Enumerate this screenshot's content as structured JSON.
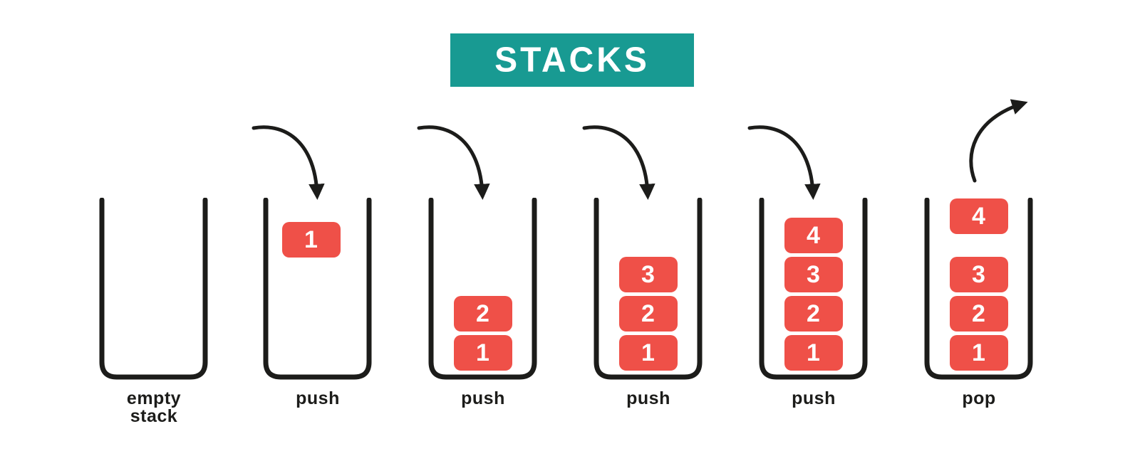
{
  "title": "STACKS",
  "colors": {
    "banner_teal": "#189A92",
    "block_coral": "#EF5048",
    "ink": "#1C1C1A",
    "background": "#FFFFFF",
    "block_text": "#FFFFFF"
  },
  "stages": [
    {
      "name": "empty-stack",
      "label": "empty\nstack",
      "arrow": "none",
      "blocks": []
    },
    {
      "name": "push-1",
      "label": "push",
      "arrow": "push-arrow",
      "floating_block": "1",
      "blocks": []
    },
    {
      "name": "push-2",
      "label": "push",
      "arrow": "push-arrow",
      "blocks": [
        "2",
        "1"
      ]
    },
    {
      "name": "push-3",
      "label": "push",
      "arrow": "push-arrow",
      "blocks": [
        "3",
        "2",
        "1"
      ]
    },
    {
      "name": "push-4",
      "label": "push",
      "arrow": "push-arrow",
      "blocks": [
        "4",
        "3",
        "2",
        "1"
      ]
    },
    {
      "name": "pop",
      "label": "pop",
      "arrow": "pop-arrow",
      "popped_block": "4",
      "blocks": [
        "3",
        "2",
        "1"
      ]
    }
  ]
}
